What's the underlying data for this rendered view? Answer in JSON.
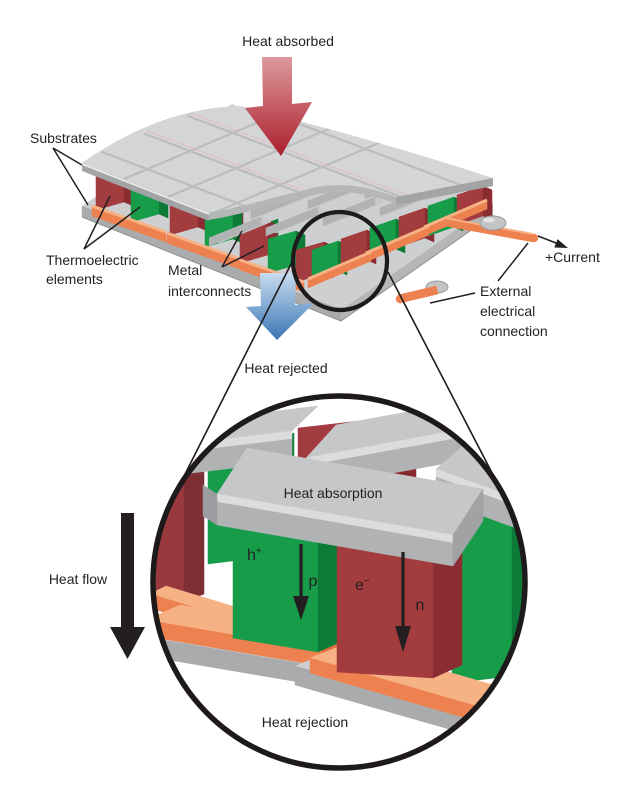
{
  "figure": {
    "module": {
      "heat_absorbed": "Heat absorbed",
      "substrates": "Substrates",
      "thermoelectric": [
        "Thermoelectric",
        "elements"
      ],
      "metal": [
        "Metal",
        "interconnects"
      ],
      "current": "+Current",
      "external": [
        "External",
        "electrical",
        "connection"
      ],
      "heat_rejected": "Heat rejected"
    },
    "inset": {
      "heat_flow": "Heat flow",
      "heat_absorption": "Heat absorption",
      "heat_rejection": "Heat rejection",
      "hole": {
        "base": "h",
        "sup": "+"
      },
      "p_label": "p",
      "electron": {
        "base": "e",
        "sup": "−"
      },
      "n_label": "n"
    },
    "colors": {
      "background": "#ffffff",
      "p_type_green": "#179c49",
      "p_type_green_dark": "#0c7b37",
      "n_type_red": "#a33c3f",
      "n_type_red_dark": "#8a2c31",
      "copper_interconnect": "#ee8150",
      "copper_light": "#f6b285",
      "substrate_gray": "#d4d5d7",
      "metal_interconnect_gray": "#c6c7c9",
      "outline_black": "#231f20",
      "heat_absorbed_red": "#b01f2e",
      "heat_rejected_blue": "#3c79b6"
    }
  }
}
